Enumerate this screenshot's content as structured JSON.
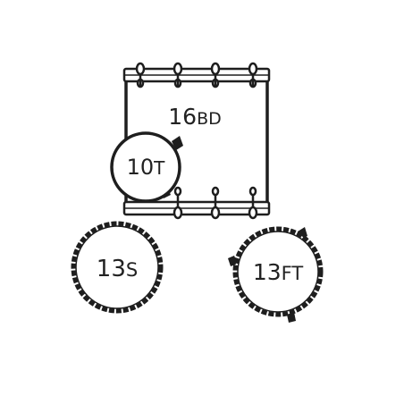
{
  "diagram": {
    "colors": {
      "background": "#ffffff",
      "line": "#1e1e1e",
      "fill": "#ffffff",
      "text": "#222222"
    },
    "drums": [
      {
        "id": "bass-drum",
        "label": "16BD",
        "label_main": "16",
        "label_sub": "BD",
        "type": "bass drum"
      },
      {
        "id": "rack-tom",
        "label": "10T",
        "label_main": "10",
        "label_sub": "T",
        "type": "tom"
      },
      {
        "id": "snare",
        "label": "13S",
        "label_main": "13",
        "label_sub": "S",
        "type": "snare"
      },
      {
        "id": "floor-tom",
        "label": "13FT",
        "label_main": "13",
        "label_sub": "FT",
        "type": "floor tom"
      }
    ]
  }
}
